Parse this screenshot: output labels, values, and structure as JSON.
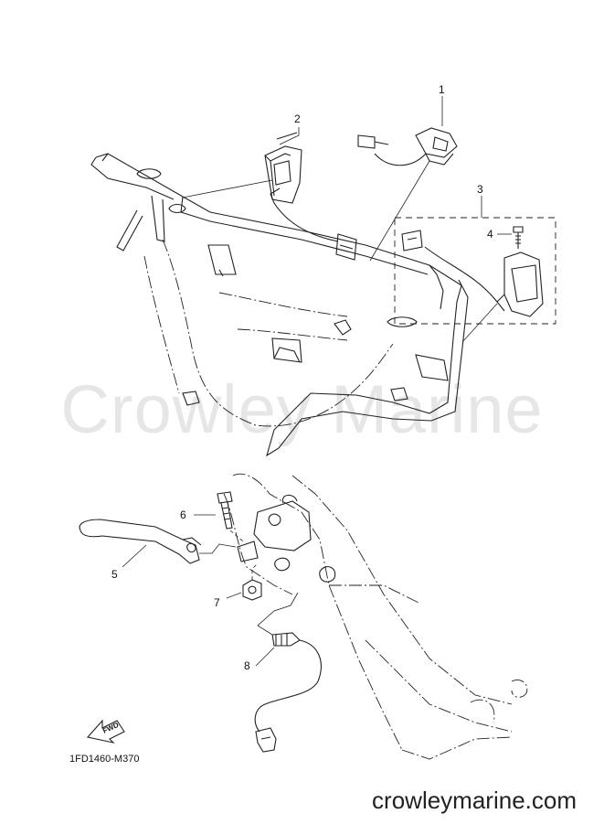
{
  "watermark": "Crowley Marine",
  "callouts": [
    {
      "id": "1",
      "label": "1"
    },
    {
      "id": "2",
      "label": "2"
    },
    {
      "id": "3",
      "label": "3"
    },
    {
      "id": "4",
      "label": "4"
    },
    {
      "id": "5",
      "label": "5"
    },
    {
      "id": "6",
      "label": "6"
    },
    {
      "id": "7",
      "label": "7"
    },
    {
      "id": "8",
      "label": "8"
    }
  ],
  "fwd_label": "FWD",
  "diagram_code": "1FD1460-M370",
  "footer_site": "crowleymarine.com"
}
